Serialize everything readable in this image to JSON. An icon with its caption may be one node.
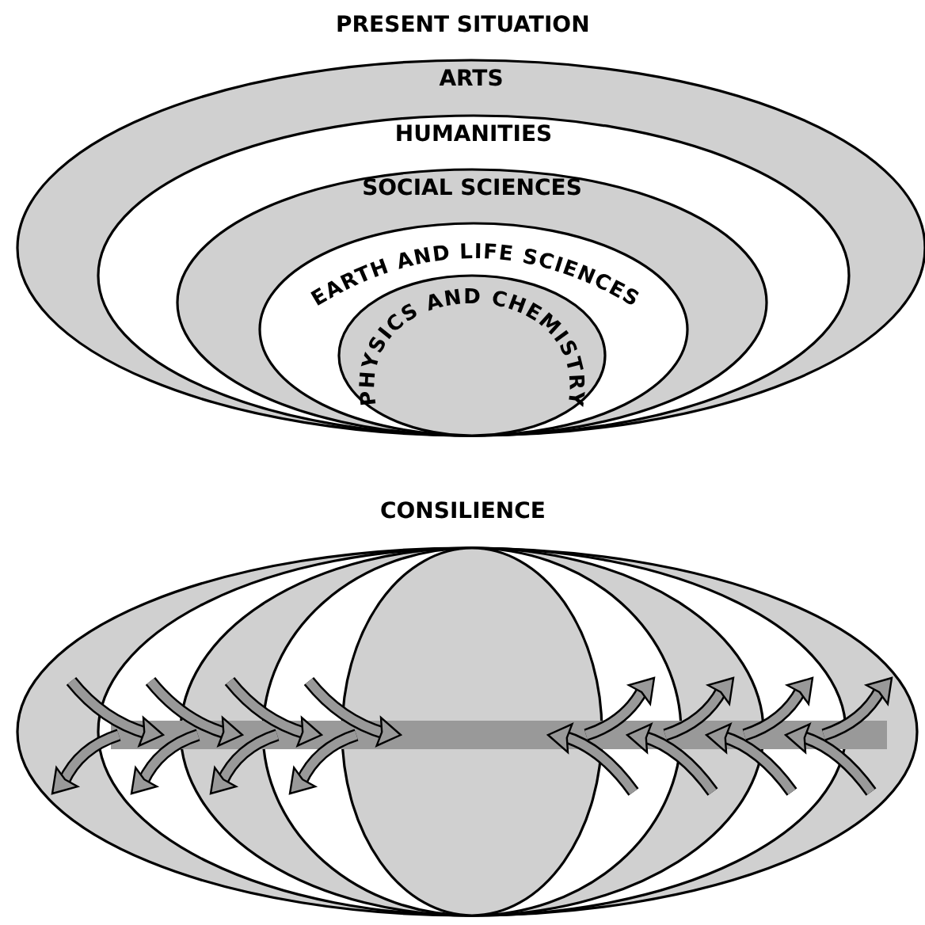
{
  "diagram": {
    "nodes": [
      {
        "text": [
          "ARTS"
        ]
      },
      {
        "text": [
          "HUMANITIES"
        ],
        "in": 0
      },
      {
        "text": [
          "SOCIAL SCIENCES"
        ],
        "in": 1
      },
      {
        "text": [
          "EARTH AND LIFE SCIENCES"
        ],
        "in": 2
      },
      {
        "text": [
          "PHYSICS AND CHEMISTRY"
        ],
        "in": 3
      },
      {
        "text": [],
        "shape": "ellipse"
      },
      {
        "text": [],
        "shape": "ellipse",
        "in": 5
      },
      {
        "text": [],
        "shape": "ellipse",
        "in": 6
      },
      {
        "text": [],
        "shape": "ellipse",
        "in": 7
      },
      {
        "text": [],
        "shape": "ellipse",
        "in": 8
      }
    ],
    "labels": [
      "PRESENT SITUATION",
      "CONSILIENCE"
    ]
  }
}
